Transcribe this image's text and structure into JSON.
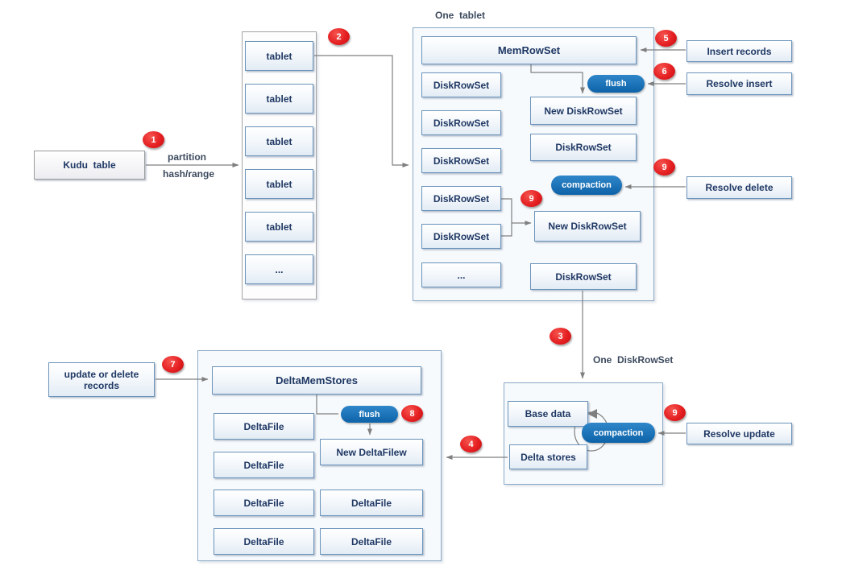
{
  "colors": {
    "pill_blue": "#1172bc",
    "badge_red": "#e32226",
    "box_border_blue": "#6b94bb",
    "box_text_navy": "#1f3864",
    "arrow_gray": "#7f7f7f"
  },
  "kudu_box": "Kudu  table",
  "partition_label": "partition",
  "hash_range_label": "hash/range",
  "titles": {
    "one_tablet": "One  tablet",
    "one_diskrowset": "One  DiskRowSet"
  },
  "badges": {
    "s1": "1",
    "s2": "2",
    "s3": "3",
    "s4": "4",
    "s5": "5",
    "s6": "6",
    "s7": "7",
    "s8": "8",
    "s9": "9"
  },
  "tablet_list": {
    "items": [
      "tablet",
      "tablet",
      "tablet",
      "tablet",
      "tablet",
      "..."
    ]
  },
  "one_tablet": {
    "memrowset": "MemRowSet",
    "disk_row_sets": [
      "DiskRowSet",
      "DiskRowSet",
      "DiskRowSet",
      "DiskRowSet",
      "DiskRowSet",
      "..."
    ],
    "flush_pill": "flush",
    "new_diskrowset_flush": "New DiskRowSet",
    "diskrowset_mid": "DiskRowSet",
    "compaction_pill": "compaction",
    "new_diskrowset_compaction": "New DiskRowSet",
    "diskrowset_bottom": "DiskRowSet"
  },
  "side_actions": {
    "insert_records": "Insert records",
    "resolve_insert": "Resolve insert",
    "resolve_delete": "Resolve delete",
    "resolve_update": "Resolve update"
  },
  "update_delete_box": "update or delete\nrecords",
  "delta_area": {
    "delta_mem_stores": "DeltaMemStores",
    "flush_pill": "flush",
    "new_delta_filew": "New DeltaFilew",
    "delta_files_left": [
      "DeltaFile",
      "DeltaFile",
      "DeltaFile",
      "DeltaFile"
    ],
    "delta_files_right": [
      "DeltaFile",
      "DeltaFile"
    ]
  },
  "one_diskrowset_area": {
    "base_data": "Base data",
    "compaction_pill": "compaction",
    "delta_stores": "Delta stores"
  }
}
